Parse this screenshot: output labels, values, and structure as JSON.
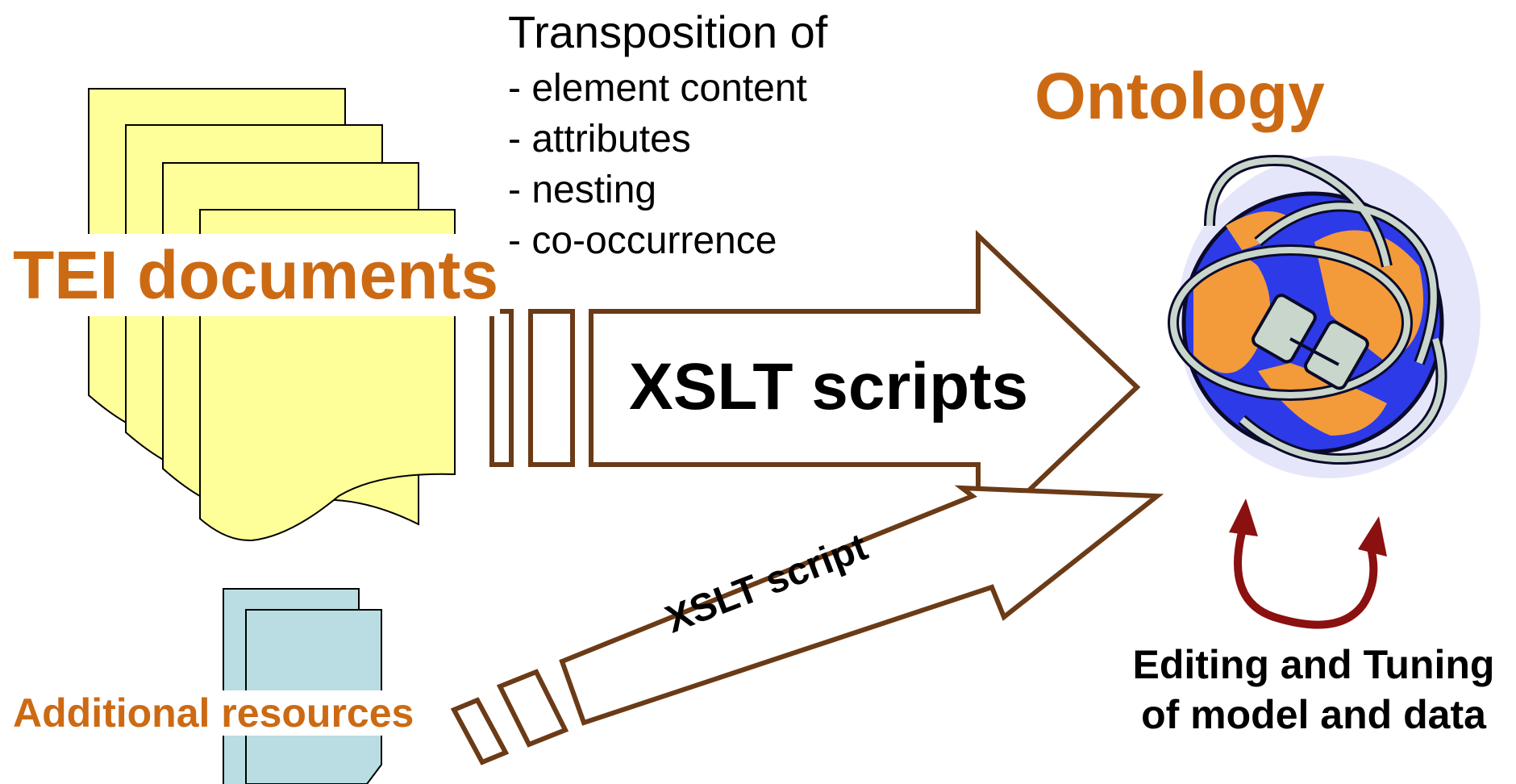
{
  "sources": {
    "tei_label": "TEI documents",
    "additional_label": "Additional resources"
  },
  "transposition": {
    "heading": "Transposition of",
    "items": [
      "- element content",
      "- attributes",
      "- nesting",
      "- co-occurrence"
    ]
  },
  "arrows": {
    "main_label": "XSLT scripts",
    "secondary_label": "XSLT script"
  },
  "target": {
    "title": "Ontology",
    "caption_line1": "Editing and Tuning",
    "caption_line2": "of model and data"
  },
  "colors": {
    "label_orange": "#cc6a14",
    "arrow_outline": "#6b3a16",
    "tei_paper": "#ffff99",
    "resource_paper": "#b9dde2",
    "loop_arrow": "#8b1010",
    "globe_ocean": "#2d3ae8",
    "globe_land": "#f39a3a"
  },
  "icons": {
    "tei_stack": "document-stack-icon",
    "resource_stack": "document-stack-icon",
    "ontology": "globe-with-plugs-icon",
    "loop": "curved-double-arrow-icon"
  }
}
